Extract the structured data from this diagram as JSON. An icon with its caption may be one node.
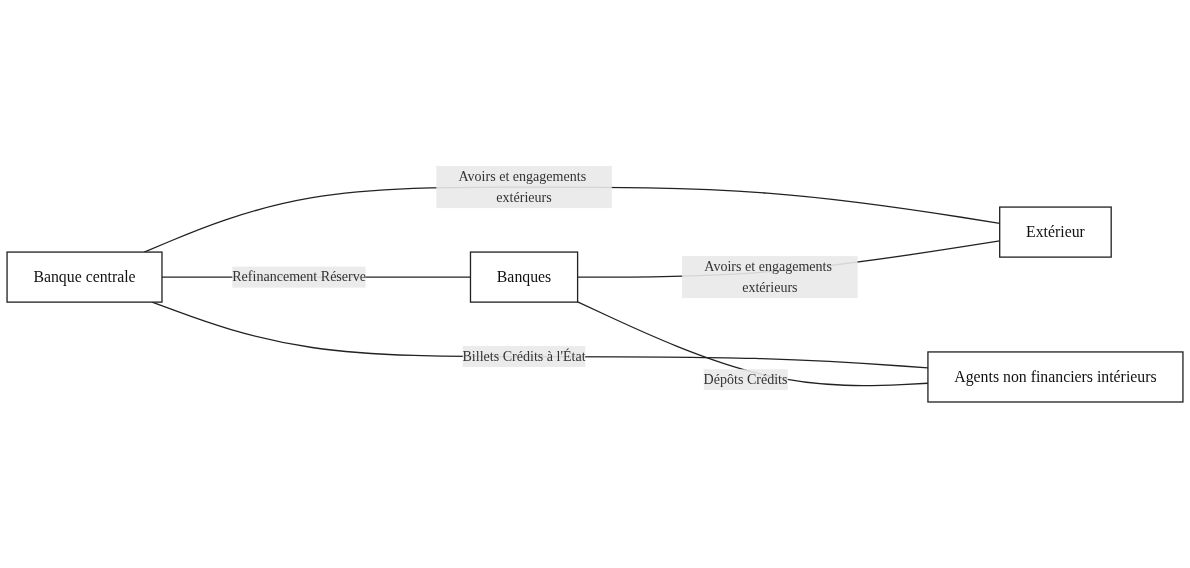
{
  "diagram": {
    "nodes": [
      {
        "text": [
          "Banque centrale"
        ]
      },
      {
        "text": [
          "Extérieur"
        ]
      },
      {
        "text": [
          "Banques"
        ]
      },
      {
        "text": [
          "Agents non financiers intérieurs"
        ]
      }
    ],
    "edges": [
      {
        "from": 0,
        "to": 1,
        "arrow": "none",
        "label": "Avoirs et engagements extérieurs"
      },
      {
        "from": 0,
        "to": 3,
        "arrow": "none",
        "label": "Billets Crédits à l'État"
      },
      {
        "from": 2,
        "to": 1,
        "arrow": "none",
        "label": "Avoirs et engagements extérieurs"
      },
      {
        "from": 0,
        "to": 2,
        "arrow": "none",
        "label": "Refinancement Réserve"
      },
      {
        "from": 2,
        "to": 3,
        "arrow": "none",
        "label": "Dépôts Crédits"
      }
    ]
  }
}
